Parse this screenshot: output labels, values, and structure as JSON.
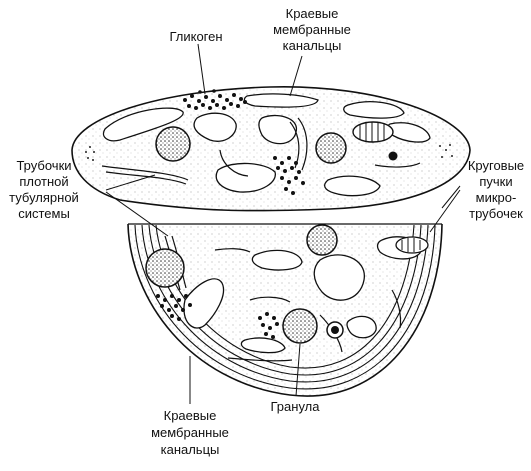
{
  "labels": {
    "glycogen": "Гликоген",
    "edge_canals_top": [
      "Краевые",
      "мембранные",
      "канальцы"
    ],
    "dense_tubular": [
      "Трубочки",
      "плотной",
      "тубулярной",
      "системы"
    ],
    "microtubule_bundles": [
      "Круговые",
      "пучки",
      "микро-",
      "трубочек"
    ],
    "edge_canals_bottom": [
      "Краевые",
      "мембранные",
      "канальцы"
    ],
    "granule": "Гранула"
  },
  "colors": {
    "ink": "#111111",
    "paper": "#ffffff",
    "stipple": "#6e6e6e"
  },
  "icons": {
    "granule": "stippled-circle",
    "glycogen": "dot-cluster",
    "mitochondrion": "striped-oval"
  }
}
